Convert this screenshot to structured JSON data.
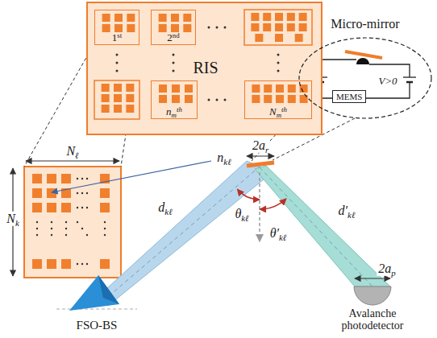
{
  "diagram": {
    "nodes": [
      {
        "text": [
          "RIS"
        ]
      },
      {
        "text": [
          "1st"
        ],
        "in": 0
      },
      {
        "text": [
          "2nd"
        ],
        "in": 0
      },
      {
        "text": [
          "nmth"
        ],
        "in": 0
      },
      {
        "text": [
          "Nmth"
        ],
        "in": 0
      },
      {
        "text": [
          "Micro-mirror"
        ]
      },
      {
        "text": [
          "MEMS"
        ],
        "in": 5
      },
      {
        "text": [
          "FSO-BS"
        ]
      },
      {
        "text": [
          "Avalanche photodetector"
        ]
      }
    ],
    "labels": [
      "Nℓ",
      "Nk",
      "nkℓ",
      "2ar",
      "dkℓ",
      "θkℓ",
      "θ′kℓ",
      "d′kℓ",
      "2ap",
      "V>0"
    ]
  }
}
